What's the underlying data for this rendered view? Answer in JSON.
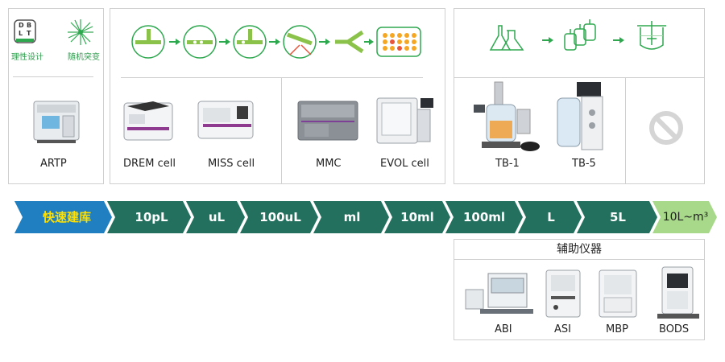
{
  "design_icons": {
    "dblt_letters": [
      "D",
      "B",
      "L",
      "T"
    ],
    "rational_label": "理性设计",
    "random_label": "随机突变"
  },
  "top_devices": {
    "artp": "ARTP",
    "drem": "DREM cell",
    "miss": "MISS cell",
    "mmc": "MMC",
    "evol": "EVOL cell",
    "tb1": "TB-1",
    "tb5": "TB-5"
  },
  "stages": [
    "快速建库",
    "10pL",
    "uL",
    "100uL",
    "ml",
    "10ml",
    "100ml",
    "L",
    "5L",
    "10L~m³"
  ],
  "auxiliary": {
    "title": "辅助仪器",
    "devices": [
      "ABI",
      "ASI",
      "MBP",
      "BODS"
    ]
  },
  "colors": {
    "stage_first": "#1f7fc1",
    "stage_mid": "#23705e",
    "stage_last": "#a8d98a",
    "icon_green": "#2ea84f",
    "prohibit_gray": "#d5d5d5"
  }
}
